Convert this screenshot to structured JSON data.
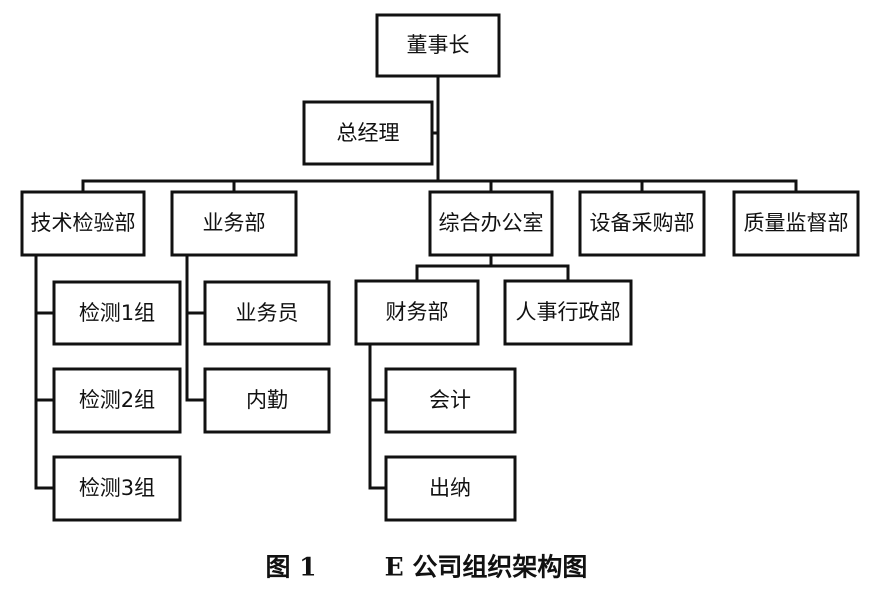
{
  "org_chart": {
    "chairman": "董事长",
    "general_manager": "总经理",
    "departments": {
      "tech": "技术检验部",
      "business": "业务部",
      "office": "综合办公室",
      "procurement": "设备采购部",
      "quality": "质量监督部"
    },
    "tech_groups": [
      "检测1组",
      "检测2组",
      "检测3组"
    ],
    "business_staff": [
      "业务员",
      "内勤"
    ],
    "office_units": {
      "finance": "财务部",
      "hr_admin": "人事行政部"
    },
    "finance_staff": [
      "会计",
      "出纳"
    ]
  },
  "caption": {
    "figure_no": "图 1",
    "title": "E 公司组织架构图"
  }
}
